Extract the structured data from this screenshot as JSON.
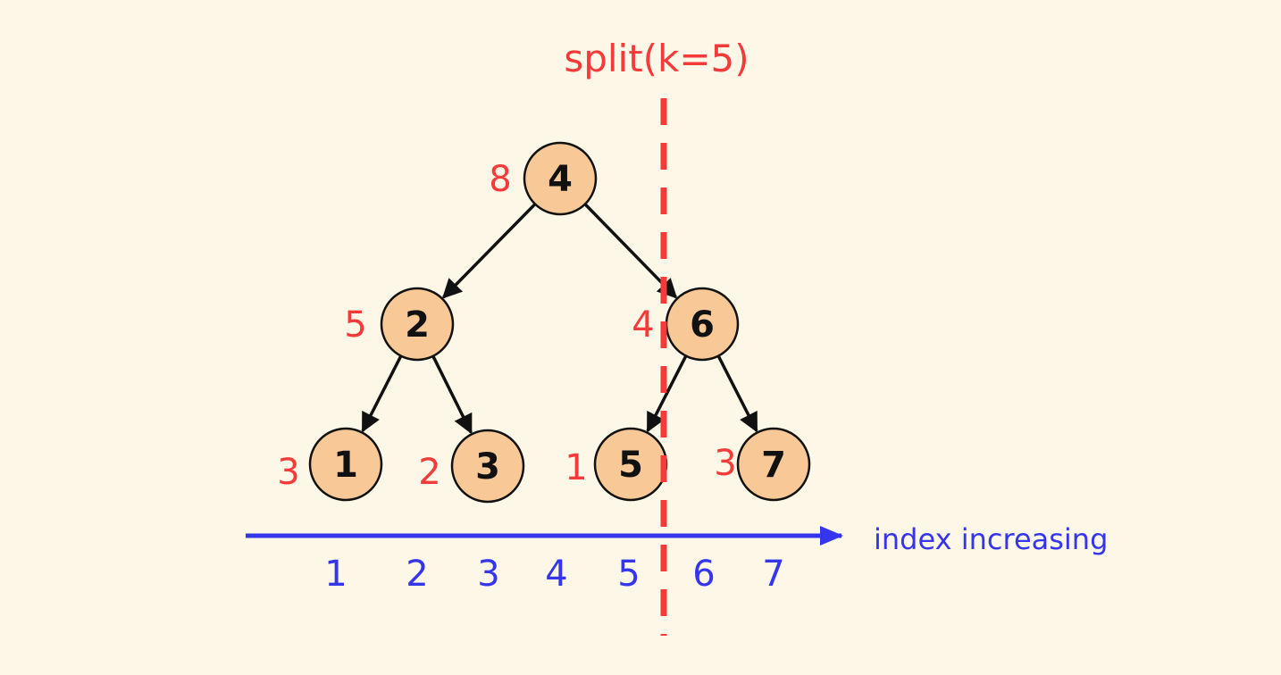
{
  "title": "split(k=5)",
  "axis_label": "index increasing",
  "colors": {
    "background": "#fdf7e7",
    "node_fill": "#f8c996",
    "split": "#f53a3a",
    "axis": "#3535ee",
    "edge": "#111111"
  },
  "nodes": [
    {
      "id": "n4",
      "value": "4",
      "size": "8"
    },
    {
      "id": "n2",
      "value": "2",
      "size": "5"
    },
    {
      "id": "n6",
      "value": "6",
      "size": "4"
    },
    {
      "id": "n1",
      "value": "1",
      "size": "3"
    },
    {
      "id": "n3",
      "value": "3",
      "size": "2"
    },
    {
      "id": "n5",
      "value": "5",
      "size": "1"
    },
    {
      "id": "n7",
      "value": "7",
      "size": "3"
    }
  ],
  "edges": [
    [
      "n4",
      "n2"
    ],
    [
      "n4",
      "n6"
    ],
    [
      "n2",
      "n1"
    ],
    [
      "n2",
      "n3"
    ],
    [
      "n6",
      "n5"
    ],
    [
      "n6",
      "n7"
    ]
  ],
  "indices": [
    "1",
    "2",
    "3",
    "4",
    "5",
    "6",
    "7"
  ]
}
